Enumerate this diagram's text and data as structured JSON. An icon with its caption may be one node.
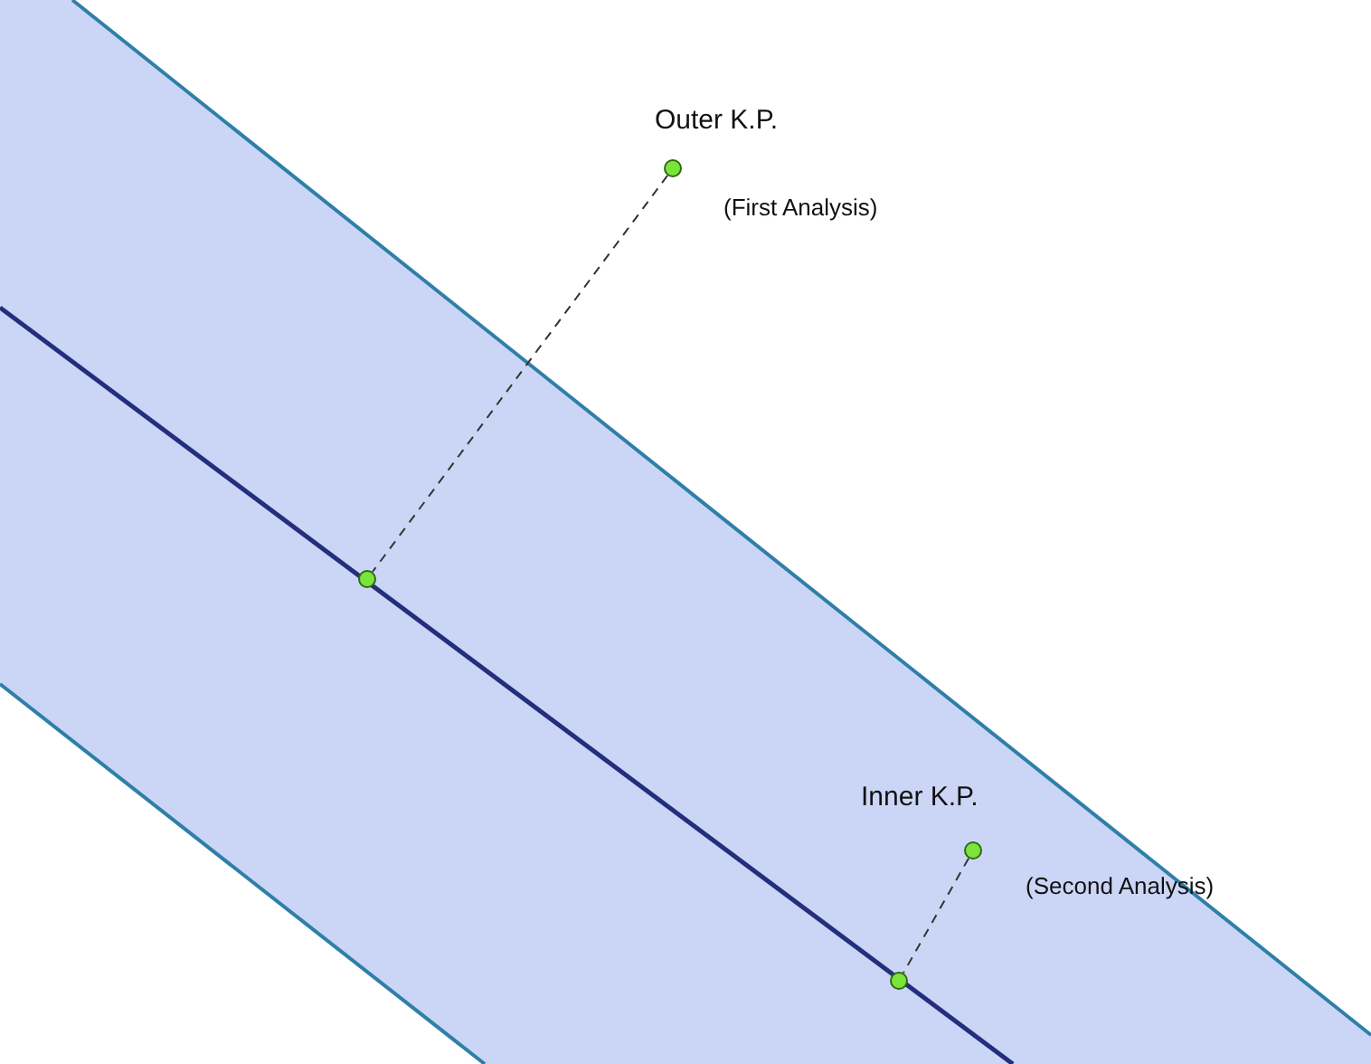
{
  "diagram": {
    "nodes": [
      {
        "text": [],
        "shape": "circle",
        "beside": [
          "Outer K.P.",
          "(First Analysis)"
        ]
      },
      {
        "text": [],
        "shape": "circle"
      },
      {
        "text": [],
        "shape": "circle",
        "beside": [
          "Inner K.P.",
          "(Second Analysis)"
        ]
      },
      {
        "text": [],
        "shape": "circle"
      }
    ],
    "edges": [
      {
        "from": 0,
        "to": 1,
        "arrow": "none",
        "style": "dashed"
      },
      {
        "from": 2,
        "to": 3,
        "arrow": "none",
        "style": "dashed"
      }
    ]
  }
}
